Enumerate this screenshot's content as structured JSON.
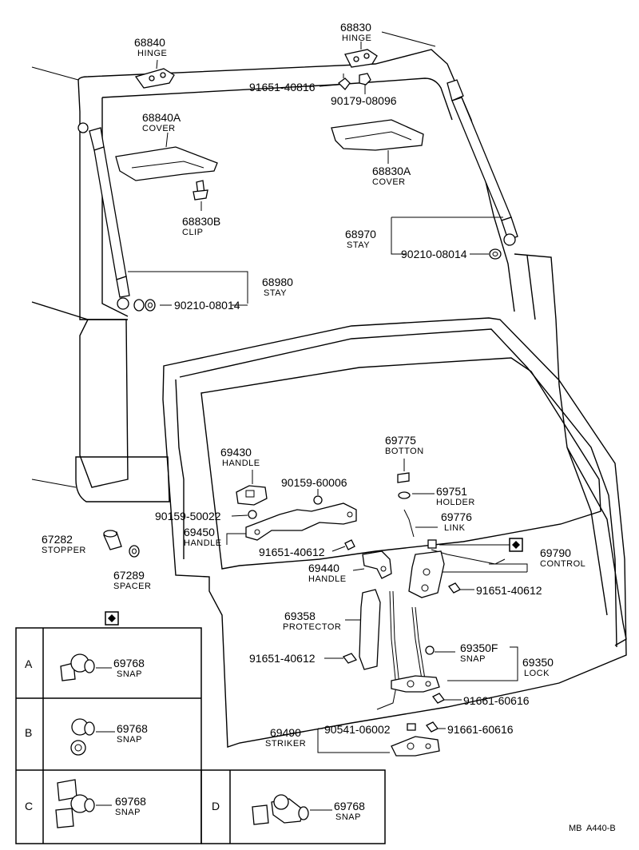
{
  "parts": {
    "hinge_68840": {
      "number": "68840",
      "name": "HINGE"
    },
    "hinge_68830": {
      "number": "68830",
      "name": "HINGE"
    },
    "bolt_91651_40816": {
      "number": "91651-40816"
    },
    "nut_90179_08096": {
      "number": "90179-08096"
    },
    "cover_68840a": {
      "number": "68840A",
      "name": "COVER"
    },
    "cover_68830a": {
      "number": "68830A",
      "name": "COVER"
    },
    "clip_68830b": {
      "number": "68830B",
      "name": "CLIP"
    },
    "stay_68970": {
      "number": "68970",
      "name": "STAY"
    },
    "washer_90210_08014_right": {
      "number": "90210-08014"
    },
    "stay_68980": {
      "number": "68980",
      "name": "STAY"
    },
    "washer_90210_08014_left": {
      "number": "90210-08014"
    },
    "button_69775": {
      "number": "69775",
      "name": "BOTTON"
    },
    "handle_69430": {
      "number": "69430",
      "name": "HANDLE"
    },
    "screw_90159_60006": {
      "number": "90159-60006"
    },
    "holder_69751": {
      "number": "69751",
      "name": "HOLDER"
    },
    "screw_90159_50022": {
      "number": "90159-50022"
    },
    "link_69776": {
      "number": "69776",
      "name": "LINK"
    },
    "handle_69450": {
      "number": "69450",
      "name": "HANDLE"
    },
    "bolt_91651_40612_a": {
      "number": "91651-40612"
    },
    "stopper_67282": {
      "number": "67282",
      "name": "STOPPER"
    },
    "spacer_67289": {
      "number": "67289",
      "name": "SPACER"
    },
    "control_69790": {
      "number": "69790",
      "name": "CONTROL"
    },
    "handle_69440": {
      "number": "69440",
      "name": "HANDLE"
    },
    "bolt_91651_40612_b": {
      "number": "91651-40612"
    },
    "protector_69358": {
      "number": "69358",
      "name": "PROTECTOR"
    },
    "snap_69350f": {
      "number": "69350F",
      "name": "SNAP"
    },
    "bolt_91651_40612_c": {
      "number": "91651-40612"
    },
    "lock_69350": {
      "number": "69350",
      "name": "LOCK"
    },
    "bolt_91661_60616_a": {
      "number": "91661-60616"
    },
    "striker_69490": {
      "number": "69490",
      "name": "STRIKER"
    },
    "screw_90541_06002": {
      "number": "90541-06002"
    },
    "bolt_91661_60616_b": {
      "number": "91661-60616"
    }
  },
  "variants": {
    "A": {
      "letter": "A",
      "number": "69768",
      "name": "SNAP"
    },
    "B": {
      "letter": "B",
      "number": "69768",
      "name": "SNAP"
    },
    "C": {
      "letter": "C",
      "number": "69768",
      "name": "SNAP"
    },
    "D": {
      "letter": "D",
      "number": "69768",
      "name": "SNAP"
    }
  },
  "footer": {
    "code": "MB  A440-B"
  }
}
